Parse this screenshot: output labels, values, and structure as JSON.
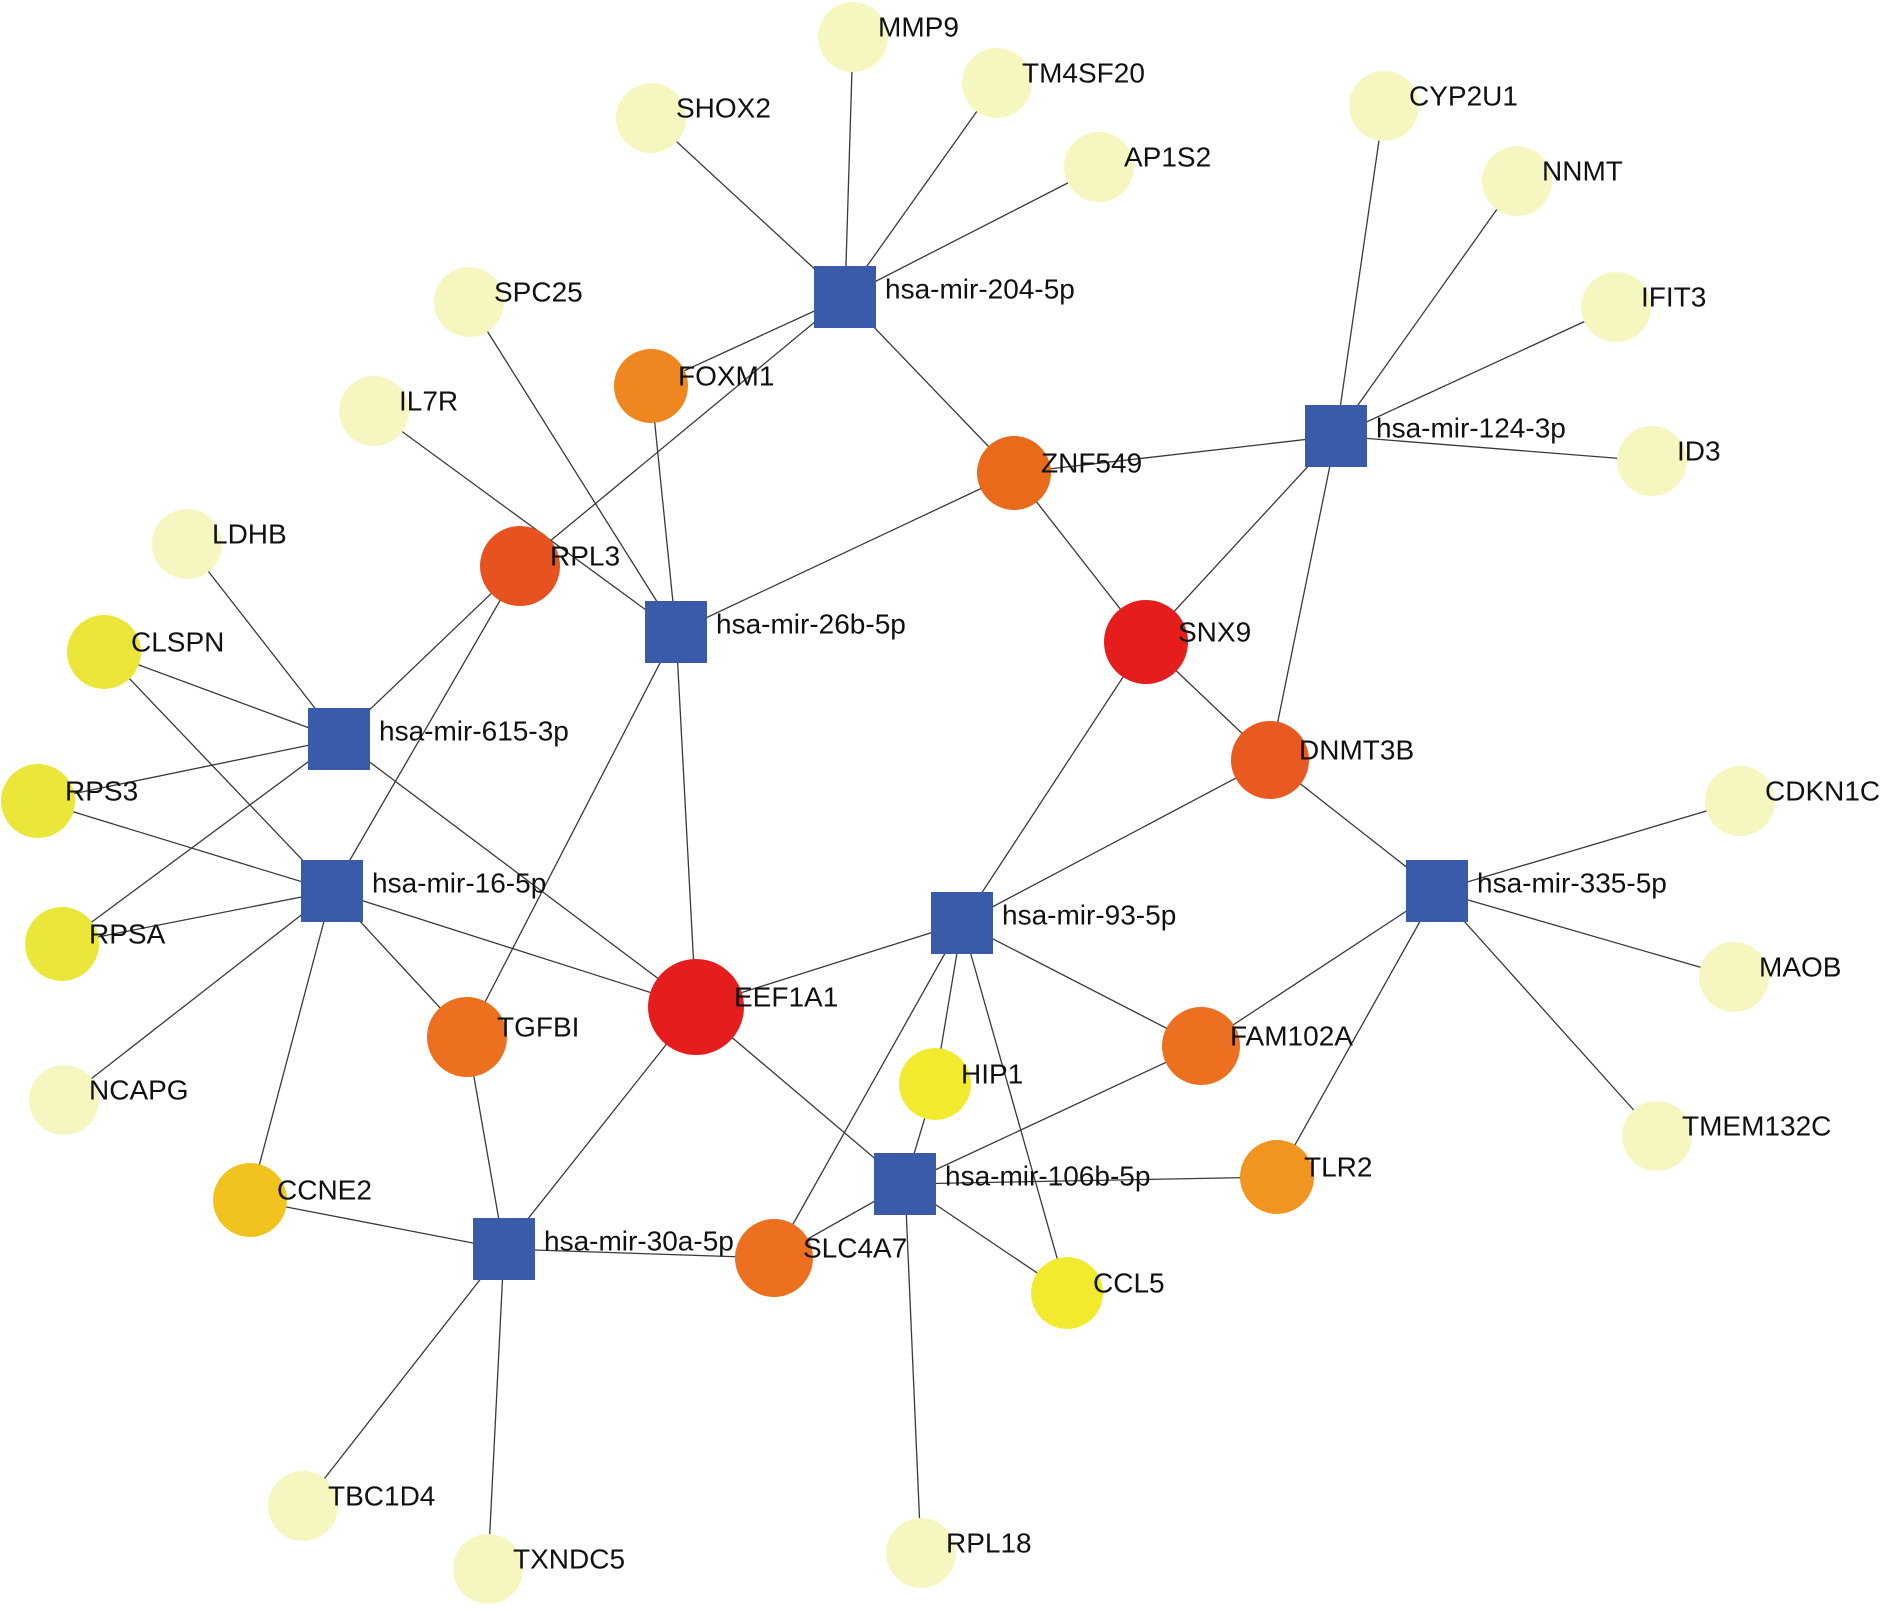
{
  "colors": {
    "mirna": "#3a5ba9",
    "edge": "#3a3a3a"
  },
  "mirnas": [
    {
      "id": "hsa-mir-204-5p",
      "label": "hsa-mir-204-5p"
    },
    {
      "id": "hsa-mir-124-3p",
      "label": "hsa-mir-124-3p"
    },
    {
      "id": "hsa-mir-26b-5p",
      "label": "hsa-mir-26b-5p"
    },
    {
      "id": "hsa-mir-615-3p",
      "label": "hsa-mir-615-3p"
    },
    {
      "id": "hsa-mir-16-5p",
      "label": "hsa-mir-16-5p"
    },
    {
      "id": "hsa-mir-93-5p",
      "label": "hsa-mir-93-5p"
    },
    {
      "id": "hsa-mir-335-5p",
      "label": "hsa-mir-335-5p"
    },
    {
      "id": "hsa-mir-106b-5p",
      "label": "hsa-mir-106b-5p"
    },
    {
      "id": "hsa-mir-30a-5p",
      "label": "hsa-mir-30a-5p"
    }
  ],
  "genes": [
    {
      "id": "MMP9",
      "label": "MMP9",
      "color": "#f6f7c0"
    },
    {
      "id": "TM4SF20",
      "label": "TM4SF20",
      "color": "#f6f7c0"
    },
    {
      "id": "SHOX2",
      "label": "SHOX2",
      "color": "#f6f7c0"
    },
    {
      "id": "AP1S2",
      "label": "AP1S2",
      "color": "#f6f7c0"
    },
    {
      "id": "CYP2U1",
      "label": "CYP2U1",
      "color": "#f6f7c0"
    },
    {
      "id": "NNMT",
      "label": "NNMT",
      "color": "#f6f7c0"
    },
    {
      "id": "IFIT3",
      "label": "IFIT3",
      "color": "#f6f7c0"
    },
    {
      "id": "ID3",
      "label": "ID3",
      "color": "#f6f7c0"
    },
    {
      "id": "SPC25",
      "label": "SPC25",
      "color": "#f6f7c0"
    },
    {
      "id": "FOXM1",
      "label": "FOXM1",
      "color": "#ee8720"
    },
    {
      "id": "IL7R",
      "label": "IL7R",
      "color": "#f6f7c0"
    },
    {
      "id": "ZNF549",
      "label": "ZNF549",
      "color": "#ea6a1c"
    },
    {
      "id": "LDHB",
      "label": "LDHB",
      "color": "#f6f7c0"
    },
    {
      "id": "RPL3",
      "label": "RPL3",
      "color": "#e65220"
    },
    {
      "id": "CLSPN",
      "label": "CLSPN",
      "color": "#ebe63a"
    },
    {
      "id": "SNX9",
      "label": "SNX9",
      "color": "#e51d1c"
    },
    {
      "id": "DNMT3B",
      "label": "DNMT3B",
      "color": "#e85a20"
    },
    {
      "id": "RPS3",
      "label": "RPS3",
      "color": "#ebe63a"
    },
    {
      "id": "CDKN1C",
      "label": "CDKN1C",
      "color": "#f6f7c0"
    },
    {
      "id": "RPSA",
      "label": "RPSA",
      "color": "#ebe63a"
    },
    {
      "id": "MAOB",
      "label": "MAOB",
      "color": "#f6f7c0"
    },
    {
      "id": "EEF1A1",
      "label": "EEF1A1",
      "color": "#e51d1c"
    },
    {
      "id": "TGFBI",
      "label": "TGFBI",
      "color": "#ec7020"
    },
    {
      "id": "FAM102A",
      "label": "FAM102A",
      "color": "#ec7020"
    },
    {
      "id": "HIP1",
      "label": "HIP1",
      "color": "#f1ea2e"
    },
    {
      "id": "NCAPG",
      "label": "NCAPG",
      "color": "#f6f7c0"
    },
    {
      "id": "TMEM132C",
      "label": "TMEM132C",
      "color": "#f6f7c0"
    },
    {
      "id": "CCNE2",
      "label": "CCNE2",
      "color": "#f2c21e"
    },
    {
      "id": "TLR2",
      "label": "TLR2",
      "color": "#f0951f"
    },
    {
      "id": "SLC4A7",
      "label": "SLC4A7",
      "color": "#ec7020"
    },
    {
      "id": "CCL5",
      "label": "CCL5",
      "color": "#f1ea2e"
    },
    {
      "id": "TBC1D4",
      "label": "TBC1D4",
      "color": "#f6f7c0"
    },
    {
      "id": "RPL18",
      "label": "RPL18",
      "color": "#f6f7c0"
    },
    {
      "id": "TXNDC5",
      "label": "TXNDC5",
      "color": "#f6f7c0"
    }
  ],
  "edges": [
    [
      "hsa-mir-204-5p",
      "MMP9"
    ],
    [
      "hsa-mir-204-5p",
      "TM4SF20"
    ],
    [
      "hsa-mir-204-5p",
      "SHOX2"
    ],
    [
      "hsa-mir-204-5p",
      "AP1S2"
    ],
    [
      "hsa-mir-204-5p",
      "FOXM1"
    ],
    [
      "hsa-mir-204-5p",
      "RPL3"
    ],
    [
      "hsa-mir-204-5p",
      "ZNF549"
    ],
    [
      "hsa-mir-124-3p",
      "CYP2U1"
    ],
    [
      "hsa-mir-124-3p",
      "NNMT"
    ],
    [
      "hsa-mir-124-3p",
      "IFIT3"
    ],
    [
      "hsa-mir-124-3p",
      "ID3"
    ],
    [
      "hsa-mir-124-3p",
      "ZNF549"
    ],
    [
      "hsa-mir-124-3p",
      "SNX9"
    ],
    [
      "hsa-mir-124-3p",
      "DNMT3B"
    ],
    [
      "hsa-mir-26b-5p",
      "SPC25"
    ],
    [
      "hsa-mir-26b-5p",
      "IL7R"
    ],
    [
      "hsa-mir-26b-5p",
      "FOXM1"
    ],
    [
      "hsa-mir-26b-5p",
      "ZNF549"
    ],
    [
      "hsa-mir-26b-5p",
      "EEF1A1"
    ],
    [
      "hsa-mir-26b-5p",
      "TGFBI"
    ],
    [
      "hsa-mir-615-3p",
      "LDHB"
    ],
    [
      "hsa-mir-615-3p",
      "RPL3"
    ],
    [
      "hsa-mir-615-3p",
      "CLSPN"
    ],
    [
      "hsa-mir-615-3p",
      "RPS3"
    ],
    [
      "hsa-mir-615-3p",
      "RPSA"
    ],
    [
      "hsa-mir-615-3p",
      "EEF1A1"
    ],
    [
      "hsa-mir-16-5p",
      "CLSPN"
    ],
    [
      "hsa-mir-16-5p",
      "RPS3"
    ],
    [
      "hsa-mir-16-5p",
      "RPSA"
    ],
    [
      "hsa-mir-16-5p",
      "NCAPG"
    ],
    [
      "hsa-mir-16-5p",
      "RPL3"
    ],
    [
      "hsa-mir-16-5p",
      "EEF1A1"
    ],
    [
      "hsa-mir-16-5p",
      "TGFBI"
    ],
    [
      "hsa-mir-16-5p",
      "CCNE2"
    ],
    [
      "ZNF549",
      "SNX9"
    ],
    [
      "SNX9",
      "DNMT3B"
    ],
    [
      "SNX9",
      "hsa-mir-93-5p"
    ],
    [
      "hsa-mir-93-5p",
      "DNMT3B"
    ],
    [
      "hsa-mir-93-5p",
      "EEF1A1"
    ],
    [
      "hsa-mir-93-5p",
      "FAM102A"
    ],
    [
      "hsa-mir-93-5p",
      "HIP1"
    ],
    [
      "hsa-mir-93-5p",
      "SLC4A7"
    ],
    [
      "hsa-mir-93-5p",
      "CCL5"
    ],
    [
      "hsa-mir-335-5p",
      "DNMT3B"
    ],
    [
      "hsa-mir-335-5p",
      "CDKN1C"
    ],
    [
      "hsa-mir-335-5p",
      "MAOB"
    ],
    [
      "hsa-mir-335-5p",
      "TMEM132C"
    ],
    [
      "hsa-mir-335-5p",
      "FAM102A"
    ],
    [
      "hsa-mir-335-5p",
      "TLR2"
    ],
    [
      "hsa-mir-106b-5p",
      "EEF1A1"
    ],
    [
      "hsa-mir-106b-5p",
      "HIP1"
    ],
    [
      "hsa-mir-106b-5p",
      "FAM102A"
    ],
    [
      "hsa-mir-106b-5p",
      "TLR2"
    ],
    [
      "hsa-mir-106b-5p",
      "SLC4A7"
    ],
    [
      "hsa-mir-106b-5p",
      "CCL5"
    ],
    [
      "hsa-mir-106b-5p",
      "RPL18"
    ],
    [
      "hsa-mir-30a-5p",
      "EEF1A1"
    ],
    [
      "hsa-mir-30a-5p",
      "TGFBI"
    ],
    [
      "hsa-mir-30a-5p",
      "CCNE2"
    ],
    [
      "hsa-mir-30a-5p",
      "SLC4A7"
    ],
    [
      "hsa-mir-30a-5p",
      "TBC1D4"
    ],
    [
      "hsa-mir-30a-5p",
      "TXNDC5"
    ]
  ]
}
